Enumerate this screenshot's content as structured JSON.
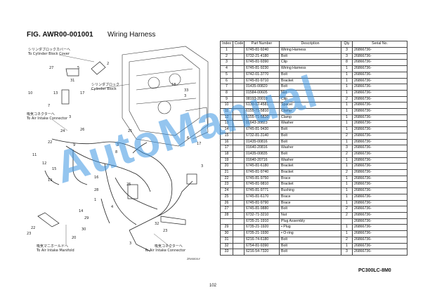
{
  "figure": {
    "code": "FIG. AWR00-001001",
    "title": "Wiring Harness"
  },
  "table": {
    "headers": [
      "Index",
      "Code",
      "Part Number",
      "Description",
      "Qty",
      "Serial No."
    ],
    "rows": [
      [
        "1",
        "",
        "6745-81-9240",
        "Wiring Harness",
        "3",
        "26866736-"
      ],
      [
        "2",
        "",
        "6732-21-4180",
        "Bolt",
        "3",
        "26866736-"
      ],
      [
        "3",
        "",
        "6745-81-9390",
        "Clip",
        "8",
        "26866736-"
      ],
      [
        "4",
        "",
        "6745-81-9230",
        "Wiring Harness",
        "1",
        "26866736-"
      ],
      [
        "5",
        "",
        "6742-01-3770",
        "Bolt",
        "1",
        "26866736-"
      ],
      [
        "6",
        "",
        "6745-81-9710",
        "Bracket",
        "1",
        "26866736-"
      ],
      [
        "7",
        "",
        "01435-00820",
        "Bolt",
        "1",
        "26866736-"
      ],
      [
        "8",
        "",
        "01584-00605",
        "Nut",
        "1",
        "26866736-"
      ],
      [
        "9",
        "",
        "08193-20010",
        "Clip",
        "2",
        "26866736-"
      ],
      [
        "10",
        "",
        "6130-12-4581",
        "Spacer",
        "1",
        "26866736-"
      ],
      [
        "11",
        "",
        "6155-71-5810",
        "Clamp",
        "1",
        "26866736-"
      ],
      [
        "12",
        "",
        "6155-71-5820",
        "Clamp",
        "1",
        "26866736-"
      ],
      [
        "13",
        "",
        "01643-30823",
        "Washer",
        "1",
        "26866736-"
      ],
      [
        "14",
        "",
        "6745-81-9430",
        "Bolt",
        "1",
        "26866736-"
      ],
      [
        "15",
        "",
        "6732-81-3140",
        "Bolt",
        "2",
        "26866736-"
      ],
      [
        "16",
        "",
        "01435-00816",
        "Bolt",
        "1",
        "26866736-"
      ],
      [
        "17",
        "",
        "01640-20816",
        "Washer",
        "3",
        "26866736-"
      ],
      [
        "18",
        "",
        "01435-00835",
        "Bolt",
        "2",
        "26866736-"
      ],
      [
        "19",
        "",
        "01640-20716",
        "Washer",
        "1",
        "26866736-"
      ],
      [
        "20",
        "",
        "6745-81-6180",
        "Bracket",
        "1",
        "26866736-"
      ],
      [
        "21",
        "",
        "6745-81-9740",
        "Bracket",
        "2",
        "26866736-"
      ],
      [
        "22",
        "",
        "6745-81-9750",
        "Brace",
        "1",
        "26866736-"
      ],
      [
        "23",
        "",
        "6745-81-9810",
        "Bracket",
        "1",
        "26866736-"
      ],
      [
        "24",
        "",
        "6745-81-9771",
        "Bushing",
        "1",
        "26866736-"
      ],
      [
        "25",
        "",
        "6745-81-6170",
        "Brace",
        "1",
        "26866736-"
      ],
      [
        "26",
        "",
        "6745-81-9790",
        "Brace",
        "1",
        "26866736-"
      ],
      [
        "27",
        "",
        "6745-81-9880",
        "Bolt",
        "2",
        "26866736-"
      ],
      [
        "28",
        "",
        "6732-71-3210",
        "Nut",
        "2",
        "26866736-"
      ],
      [
        "",
        "",
        "6735-21-1910",
        "Plug Assembly",
        "",
        "26866736-"
      ],
      [
        "29",
        "",
        "6735-21-1920",
        "• Plug",
        "1",
        "26866736-"
      ],
      [
        "30",
        "",
        "6735-21-1930",
        "• O-ring",
        "1",
        "26866736-"
      ],
      [
        "31",
        "",
        "6216-74-6180",
        "Bolt",
        "2",
        "26866736-"
      ],
      [
        "32",
        "",
        "6754-81-9390",
        "Bolt",
        "1",
        "26866736-"
      ],
      [
        "33",
        "",
        "6216-54-7320",
        "Bolt",
        "3",
        "26866736-"
      ]
    ]
  },
  "diagram": {
    "labels": {
      "cyl_cover_jp": "シリンダブロックカバーへ",
      "cyl_cover_en": "To Cylinder Block Cover",
      "cyl_block_jp": "シリンダブロック",
      "cyl_block_en": "Cylinder Block",
      "air_intake_jp": "吸気コネクターへ",
      "air_intake_en": "To Air Intake Connector",
      "air_manifold_jp": "吸気マニホールドへ",
      "air_manifold_en": "To Air Intake Manifold",
      "air_conn2_jp": "吸気コネクターへ",
      "air_conn2_en": "To Air Intake Connector",
      "drawing_no": "ZRV0800-Y"
    },
    "callouts": [
      "27",
      "5",
      "31",
      "2",
      "10",
      "13",
      "17",
      "7",
      "18",
      "33",
      "3",
      "26",
      "24",
      "21",
      "6",
      "17",
      "22",
      "9",
      "11",
      "12",
      "8",
      "19",
      "16",
      "15",
      "28",
      "1",
      "4",
      "25",
      "14",
      "29",
      "30",
      "20",
      "32",
      "23",
      "22",
      "23",
      "3",
      "3",
      "3",
      "3"
    ]
  },
  "footer": {
    "model": "PC300LC-8M0",
    "page": "102"
  },
  "watermark": "AutoManual",
  "colors": {
    "watermark": "#3c96e1"
  }
}
